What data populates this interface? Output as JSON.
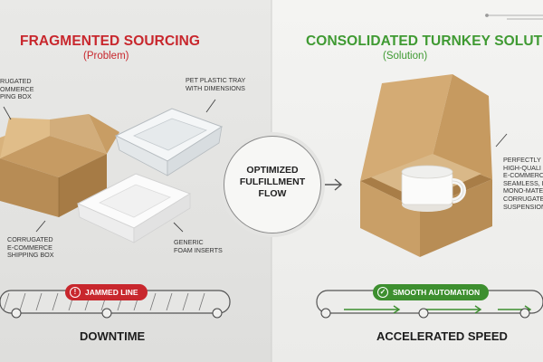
{
  "left": {
    "heading": "FRAGMENTED SOURCING",
    "subheading": "(Problem)",
    "callouts": {
      "box_top": "RUGATED\nOMMERCE\nPING BOX",
      "tray": "PET PLASTIC TRAY\nWITH DIMENSIONS",
      "box_bottom": "CORRUGATED\nE-COMMERCE\nSHIPPING BOX",
      "foam": "GENERIC\nFOAM INSERTS"
    },
    "status": "JAMMED LINE",
    "outcome": "DOWNTIME"
  },
  "center": {
    "label": "OPTIMIZED\nFULFILLMENT\nFLOW"
  },
  "right": {
    "heading": "CONSOLIDATED TURNKEY SOLUTIO",
    "subheading": "(Solution)",
    "callout": "PERFECTLY C\nHIGH-QUALI\nE-COMMERCE\nSEAMLESS, R\nMONO-MATE\nCORRUGATE\nSUSPENSION",
    "status": "SMOOTH AUTOMATION",
    "outcome": "ACCELERATED SPEED"
  },
  "colors": {
    "problem": "#c8272d",
    "solution": "#3f9a32",
    "cardboard": "#c9a06a"
  },
  "icons": {
    "problem_status": "alert-circle-icon",
    "solution_status": "check-circle-icon"
  }
}
